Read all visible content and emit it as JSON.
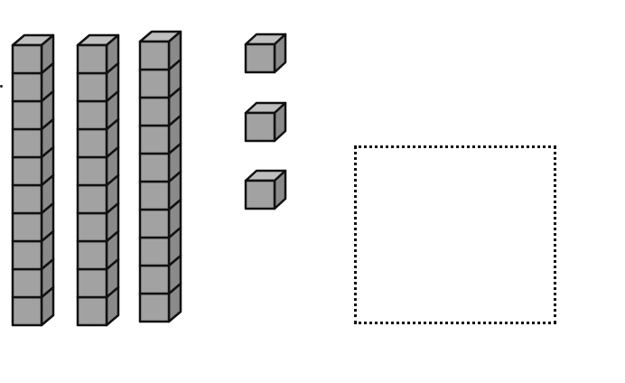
{
  "blocks": {
    "tens_rods": 3,
    "units_per_rod": 10,
    "ones_cubes": 3
  },
  "colors": {
    "cube_front": "#a2a2a2",
    "cube_top": "#bfbfbf",
    "cube_side": "#8a8a8a",
    "stroke": "#111111",
    "background": "#ffffff",
    "answer_box_border": "#111111"
  },
  "icons": {
    "ten_rod": "base-ten-rod-icon",
    "one_cube": "unit-cube-icon",
    "answer_box": "empty-dotted-box"
  }
}
